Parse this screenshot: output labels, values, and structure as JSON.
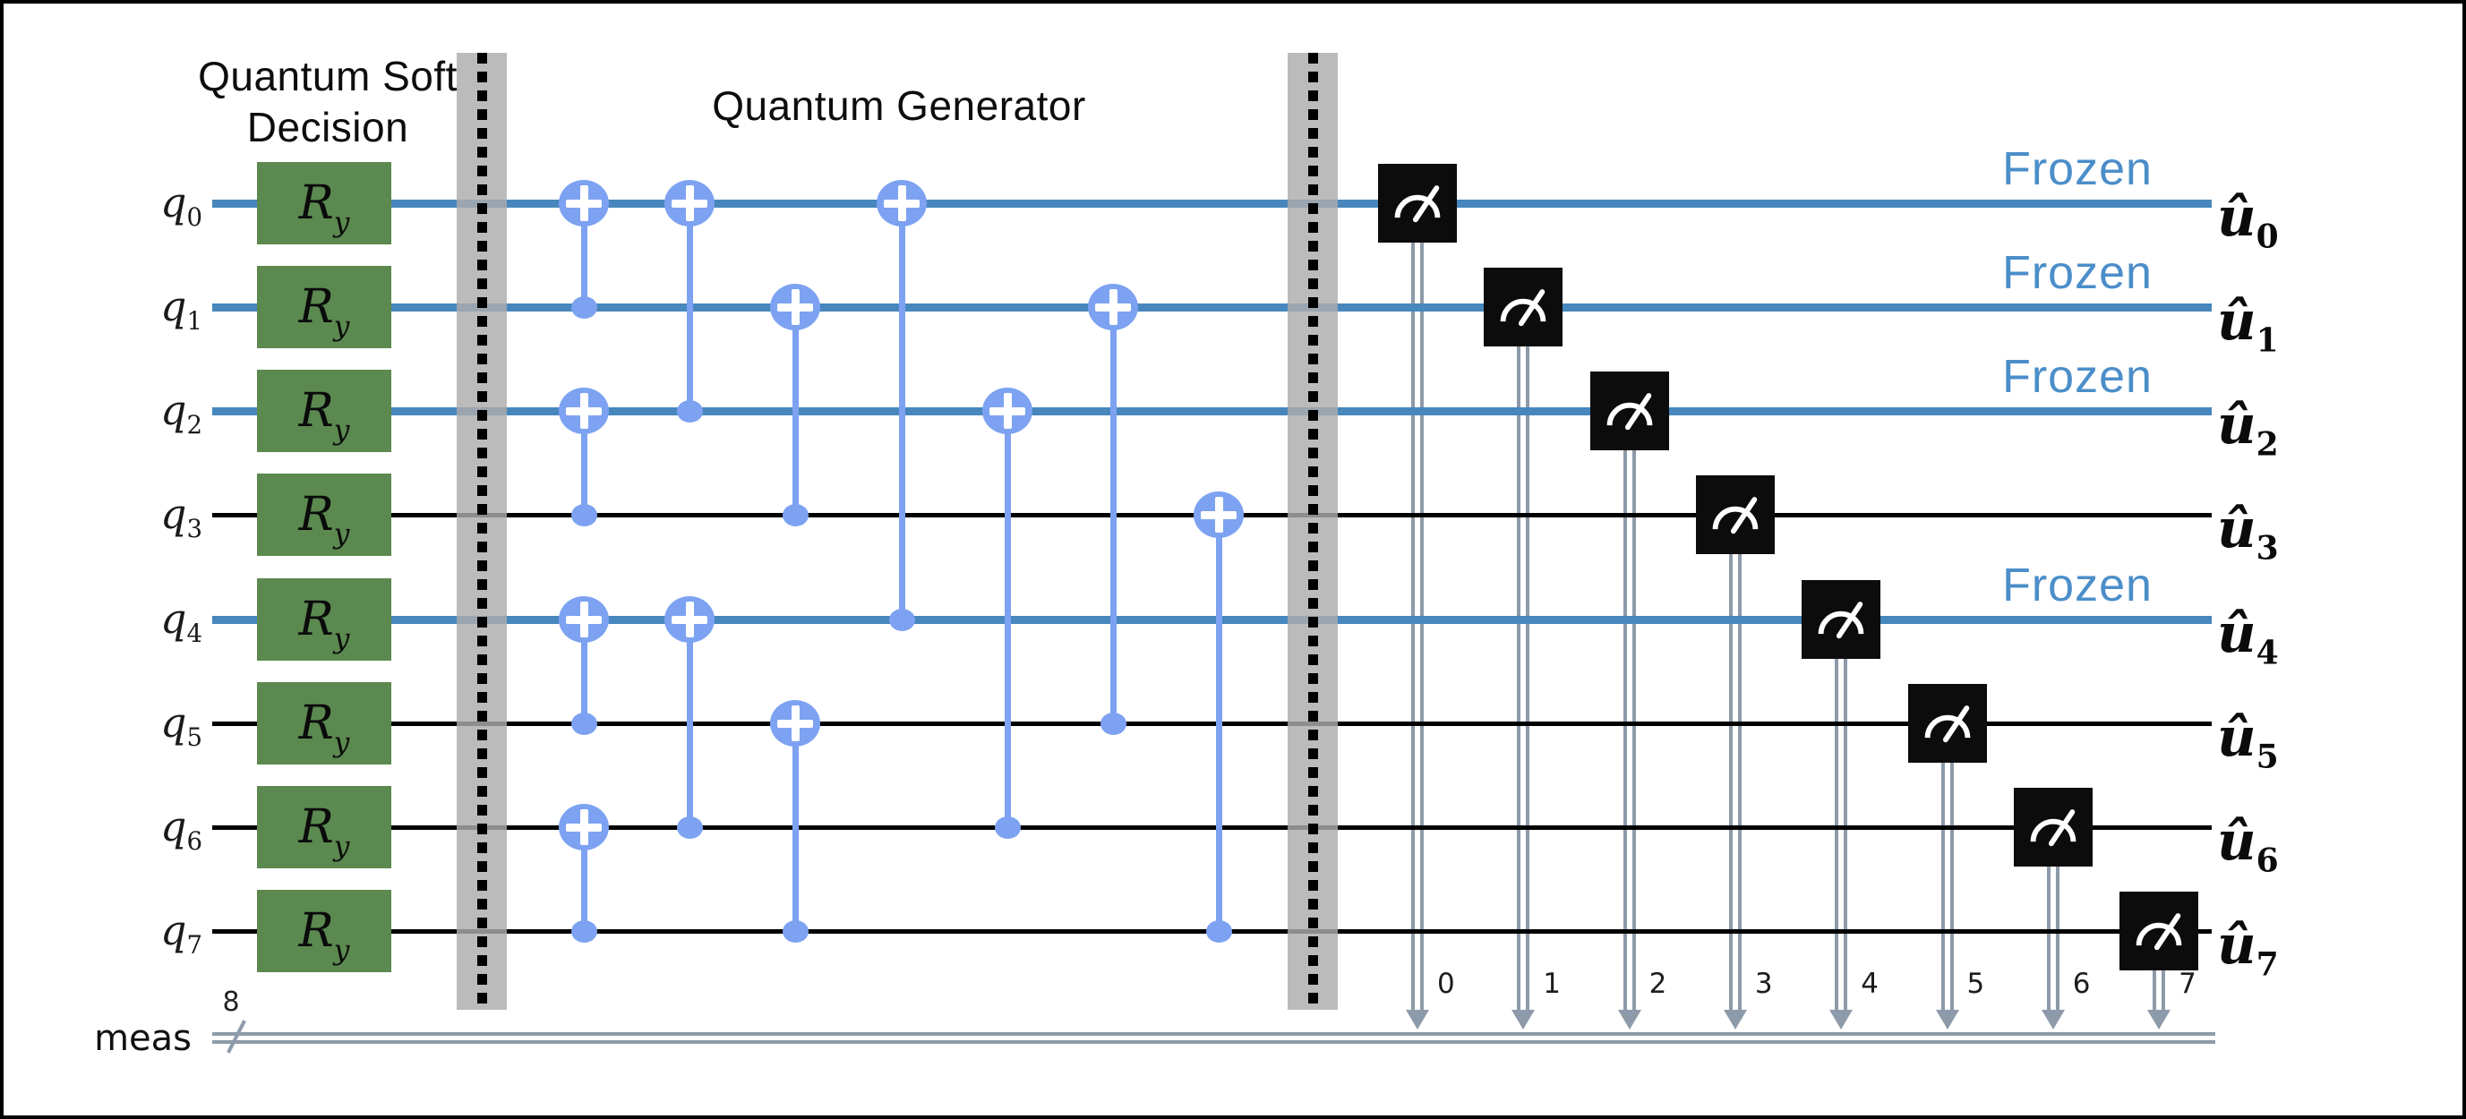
{
  "titles": {
    "soft_decision": [
      "Quantum Soft",
      "Decision"
    ],
    "generator": "Quantum Generator"
  },
  "frozen_text": "Frozen",
  "qubit_label_base": "q",
  "output_label_base": "û",
  "gate_label": {
    "base": "R",
    "sub": "y"
  },
  "qubits": [
    {
      "sub": "0",
      "frozen": true,
      "output_sub": "0"
    },
    {
      "sub": "1",
      "frozen": true,
      "output_sub": "1"
    },
    {
      "sub": "2",
      "frozen": true,
      "output_sub": "2"
    },
    {
      "sub": "3",
      "frozen": false,
      "output_sub": "3"
    },
    {
      "sub": "4",
      "frozen": true,
      "output_sub": "4"
    },
    {
      "sub": "5",
      "frozen": false,
      "output_sub": "5"
    },
    {
      "sub": "6",
      "frozen": false,
      "output_sub": "6"
    },
    {
      "sub": "7",
      "frozen": false,
      "output_sub": "7"
    }
  ],
  "cnots": [
    {
      "column": 0,
      "control": 1,
      "target": 0
    },
    {
      "column": 0,
      "control": 3,
      "target": 2
    },
    {
      "column": 0,
      "control": 5,
      "target": 4
    },
    {
      "column": 0,
      "control": 7,
      "target": 6
    },
    {
      "column": 1,
      "control": 2,
      "target": 0
    },
    {
      "column": 1,
      "control": 6,
      "target": 4
    },
    {
      "column": 2,
      "control": 3,
      "target": 1
    },
    {
      "column": 2,
      "control": 7,
      "target": 5
    },
    {
      "column": 3,
      "control": 4,
      "target": 0
    },
    {
      "column": 4,
      "control": 6,
      "target": 2
    },
    {
      "column": 5,
      "control": 5,
      "target": 1
    },
    {
      "column": 6,
      "control": 7,
      "target": 3
    }
  ],
  "classical": {
    "label": "meas",
    "register_size": "8",
    "clbit_indices": [
      "0",
      "1",
      "2",
      "3",
      "4",
      "5",
      "6",
      "7"
    ]
  },
  "colors": {
    "frozen_wire": "#4787bd",
    "qubit_wire": "#000000",
    "cnot_blue": "#7da2f2",
    "gate_green": "#5b894f",
    "frozen_label": "#4b8ec9",
    "barrier_gray": "rgba(172,172,172,0.82)",
    "barrier_dash": "#000000",
    "classical_wire": "#8d9aa9",
    "measure_box": "#0c0c0c",
    "measure_glyph": "#ffffff",
    "background": "#ffffff"
  }
}
